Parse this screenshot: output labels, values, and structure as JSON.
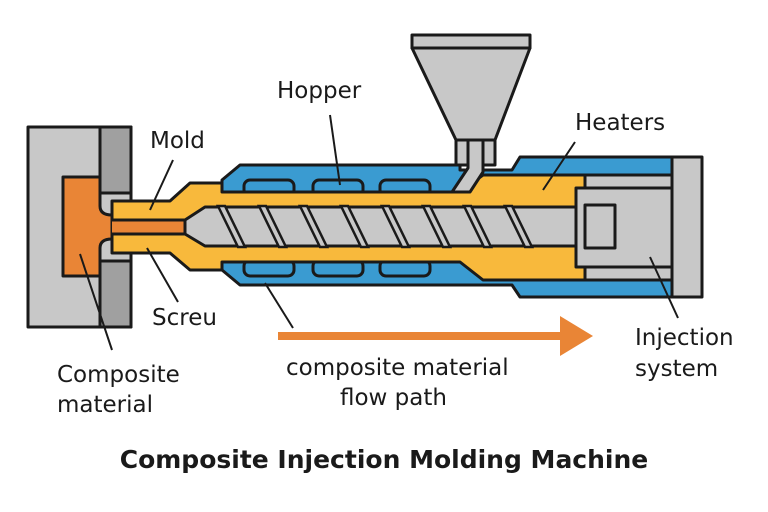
{
  "title": "Composite Injection Molding Machine",
  "labels": {
    "mold": "Mold",
    "hopper": "Hopper",
    "heaters": "Heaters",
    "screw": "Screu",
    "composite_material_line1": "Composite",
    "composite_material_line2": "material",
    "flow_path_line1": "composite material",
    "flow_path_line2": "flow path",
    "injection_system_line1": "Injection",
    "injection_system_line2": "system"
  },
  "colors": {
    "mold_light": "#c8c8c8",
    "mold_dark": "#a0a0a0",
    "material": "#e98536",
    "barrel": "#f8b93c",
    "heater": "#3a9bd1",
    "screw": "#c8c8c8",
    "outline": "#1a1a1a",
    "arrow": "#e98536"
  }
}
